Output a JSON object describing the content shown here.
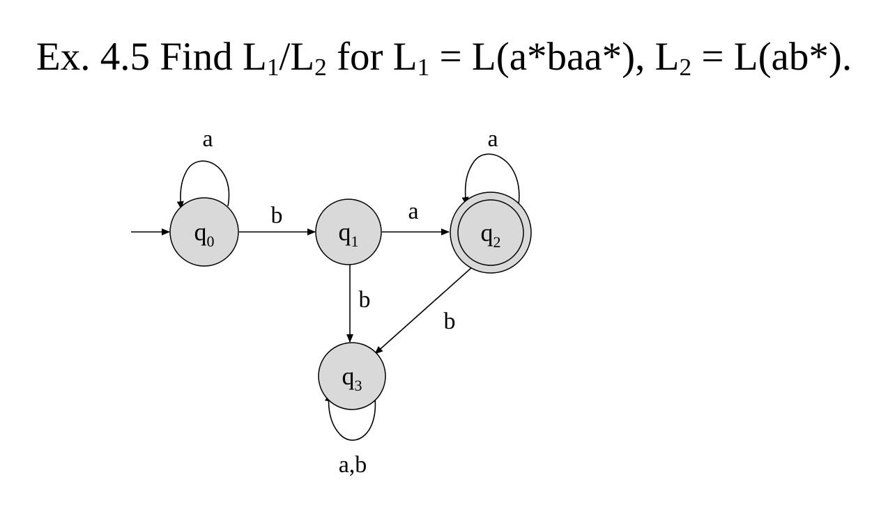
{
  "title": {
    "text_pre": "Ex. 4.5 Find L",
    "sub_1": "1",
    "slash": "/L",
    "sub_2": "2",
    "text_mid": " for L",
    "sub_3": "1",
    "text_mid2": " = L(a*baa*), L",
    "sub_4": "2",
    "text_post": " = L(ab*)."
  },
  "states": [
    {
      "id": "q0",
      "base": "q",
      "sub": "0",
      "initial": true,
      "accepting": false
    },
    {
      "id": "q1",
      "base": "q",
      "sub": "1",
      "initial": false,
      "accepting": false
    },
    {
      "id": "q2",
      "base": "q",
      "sub": "2",
      "initial": false,
      "accepting": true
    },
    {
      "id": "q3",
      "base": "q",
      "sub": "3",
      "initial": false,
      "accepting": false
    }
  ],
  "transitions": [
    {
      "from": "q0",
      "to": "q0",
      "label": "a"
    },
    {
      "from": "q0",
      "to": "q1",
      "label": "b"
    },
    {
      "from": "q1",
      "to": "q2",
      "label": "a"
    },
    {
      "from": "q1",
      "to": "q3",
      "label": "b"
    },
    {
      "from": "q2",
      "to": "q2",
      "label": "a"
    },
    {
      "from": "q2",
      "to": "q3",
      "label": "b"
    },
    {
      "from": "q3",
      "to": "q3",
      "label": "a,b"
    }
  ],
  "colors": {
    "state_fill": "#d9d9d9",
    "stroke": "#000000",
    "background": "#ffffff"
  }
}
